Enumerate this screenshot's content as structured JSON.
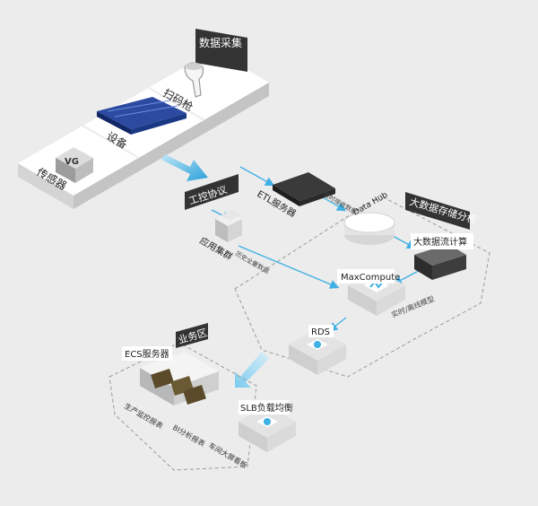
{
  "zones": {
    "collection": "数据采集",
    "bigdata": "大数据存储分析",
    "business": "业务区"
  },
  "devices": {
    "scanner": "扫码枪",
    "device": "设备",
    "sensor": "传感器"
  },
  "nodes": {
    "protocol": "工控协议",
    "app_cluster": "应用集群",
    "etl": "ETL服务器",
    "datahub": "Data Hub",
    "stream": "大数据流计算",
    "maxcompute": "MaxCompute",
    "rds": "RDS",
    "ecs": "ECS服务器",
    "slb": "SLB负载均衡"
  },
  "edges": {
    "history": "历史全量数据",
    "realtime_in": "实时接收数据",
    "realtime_offline": "实时/离线模型"
  },
  "reports": {
    "production": "生产监控报表",
    "bi": "BI分析报表",
    "screen": "车间大屏看板"
  },
  "colors": {
    "background": "#ececec",
    "arrow": "#3fb0e3",
    "label_bg": "#333333",
    "label_text": "#ffffff",
    "dashed": "#9a9a9a"
  }
}
